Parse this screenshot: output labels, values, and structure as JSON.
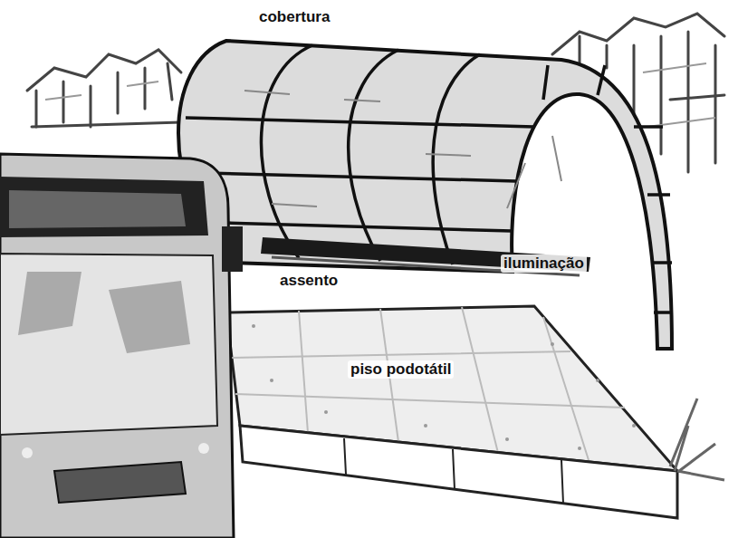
{
  "diagram": {
    "labels": [
      "cobertura",
      "assento",
      "iluminação",
      "piso podotátil"
    ]
  }
}
